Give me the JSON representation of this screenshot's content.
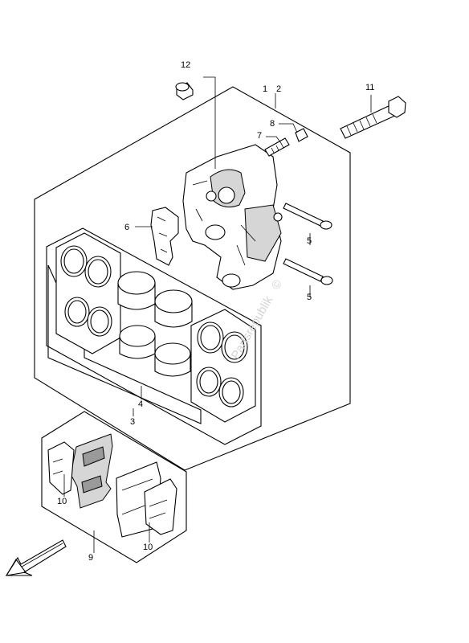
{
  "callouts": {
    "c12": "12",
    "c1": "1",
    "c2": "2",
    "c11": "11",
    "c8": "8",
    "c7": "7",
    "c6": "6",
    "c5a": "5",
    "c5b": "5",
    "c4": "4",
    "c3": "3",
    "c10a": "10",
    "c10b": "10",
    "c9": "9"
  },
  "watermark": "Partsrepublik",
  "watermark_logo": "©"
}
